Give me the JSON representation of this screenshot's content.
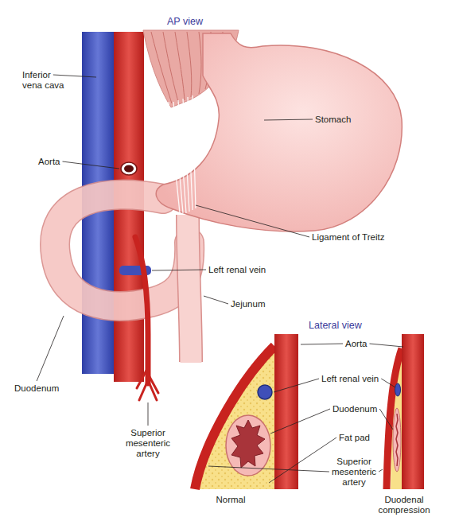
{
  "diagram": {
    "labels": [
      "AP view",
      "Inferior vena cava",
      "Stomach",
      "Aorta",
      "Ligament of Treitz",
      "Left renal vein",
      "Jejunum",
      "Duodenum",
      "Superior mesenteric artery",
      "Lateral view",
      "Aorta",
      "Left renal vein",
      "Duodenum",
      "Fat pad",
      "Superior mesenteric artery",
      "Normal",
      "Duodenal compression"
    ]
  }
}
